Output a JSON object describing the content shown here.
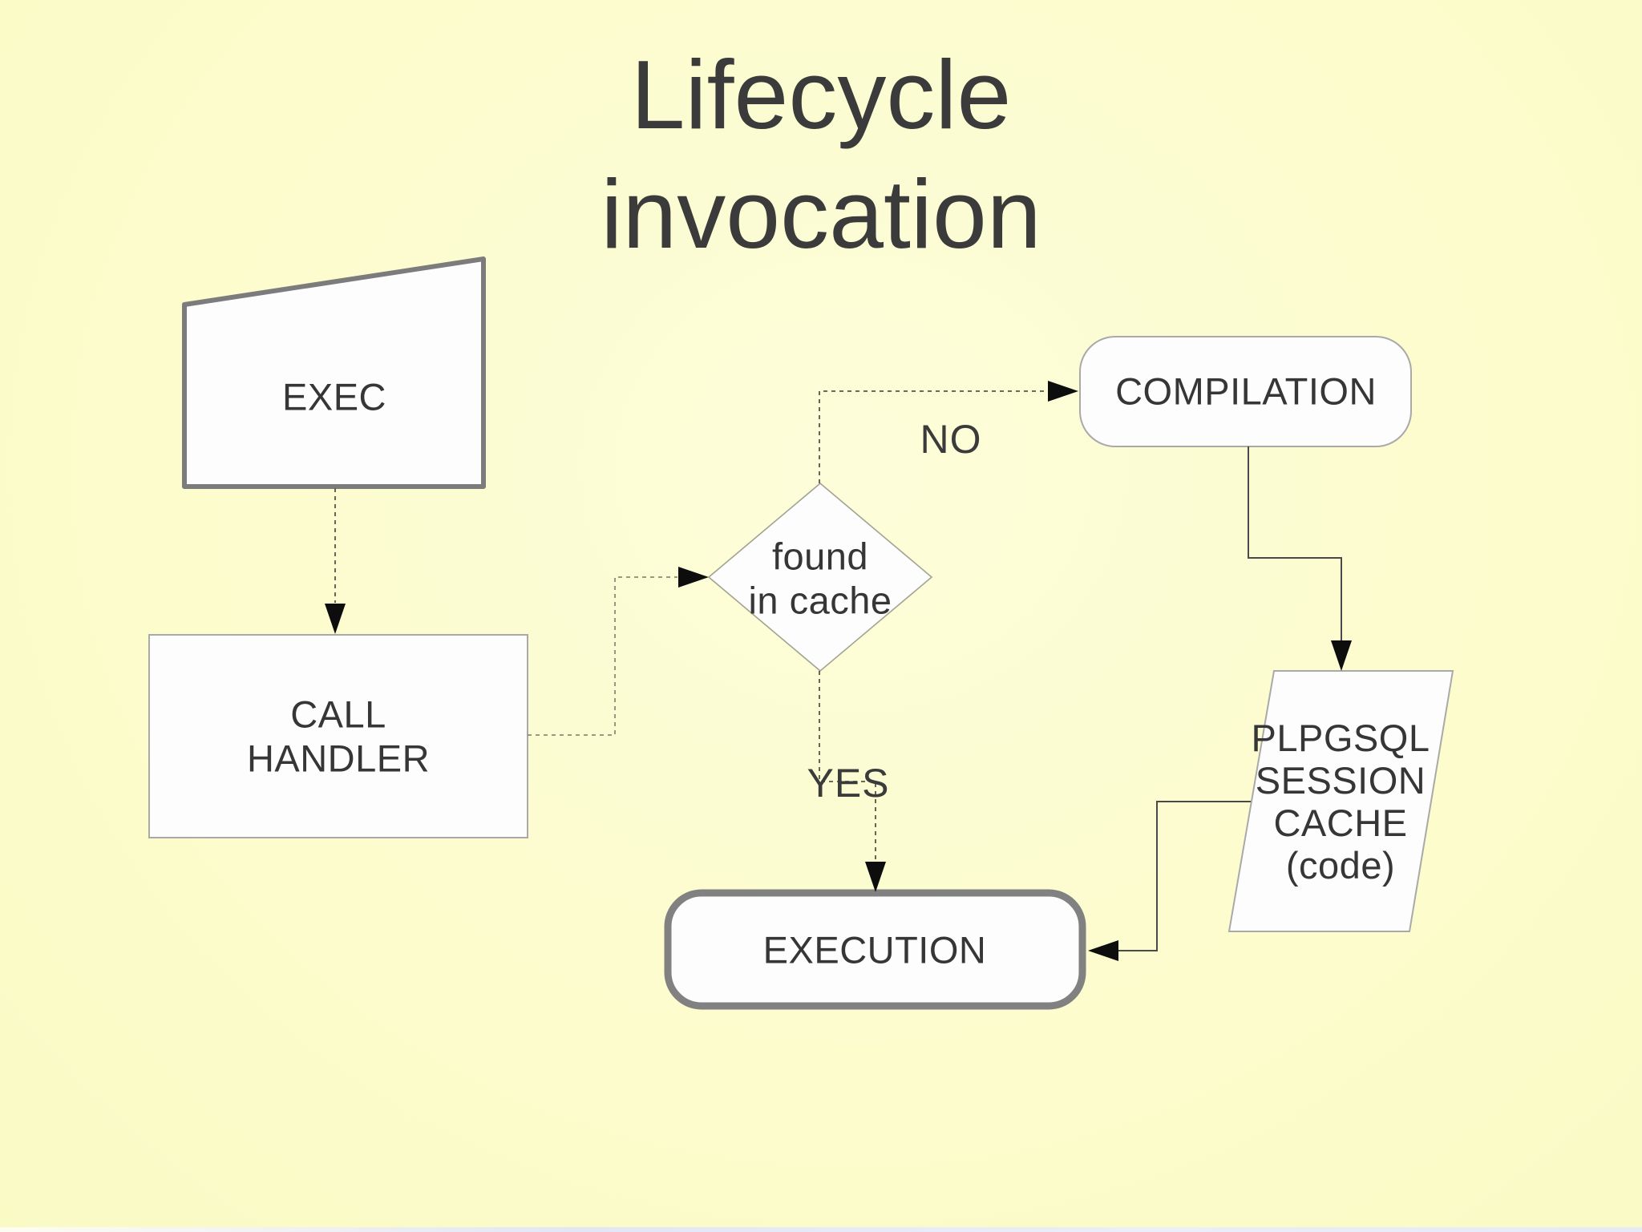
{
  "title": {
    "line1": "Lifecycle",
    "line2": "invocation"
  },
  "nodes": {
    "exec": {
      "label": "EXEC",
      "shape": "manual-input"
    },
    "call_handler": {
      "line1": "CALL",
      "line2": "HANDLER",
      "shape": "process"
    },
    "found_in_cache": {
      "line1": "found",
      "line2": "in cache",
      "shape": "decision"
    },
    "compilation": {
      "label": "COMPILATION",
      "shape": "rounded-process"
    },
    "session_cache": {
      "line1": "PLPGSQL",
      "line2": "SESSION",
      "line3": "CACHE",
      "line4": "(code)",
      "shape": "parallelogram"
    },
    "execution": {
      "label": "EXECUTION",
      "shape": "rounded-process"
    }
  },
  "edges": {
    "no_label": "NO",
    "yes_label": "YES"
  },
  "colors": {
    "background": "#fcfccd",
    "node_fill": "#fdfdfd",
    "text": "#363636",
    "thick_border": "#7c7c7c",
    "thin_border": "#a9a9a9",
    "solid_edge": "#4a4a4a",
    "dashed_edge": "#55554a",
    "arrowhead": "#0d0d0d",
    "footer_strip": "#e3e6f5"
  }
}
